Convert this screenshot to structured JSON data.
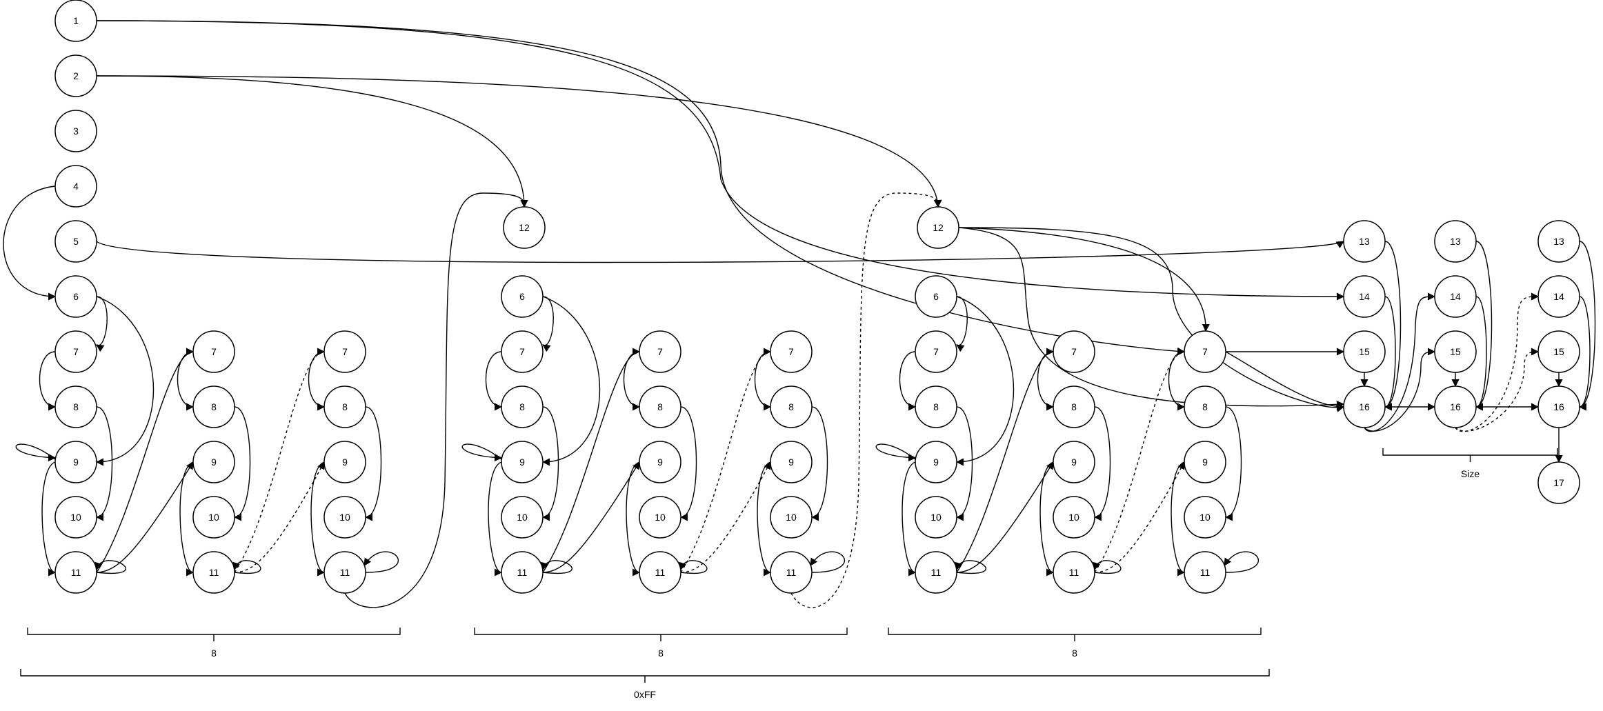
{
  "node_labels": {
    "n1": "1",
    "n2": "2",
    "n3": "3",
    "n4": "4",
    "n5": "5",
    "n12": "12",
    "n13": "13",
    "n14": "14",
    "n15": "15",
    "n16": "16",
    "n17": "17",
    "n6": "6",
    "n7": "7",
    "n8": "8",
    "n9": "9",
    "n10": "10",
    "n11": "11"
  },
  "nodes": [
    {
      "id": "a1",
      "label": "1"
    },
    {
      "id": "a2",
      "label": "2"
    },
    {
      "id": "a3",
      "label": "3"
    },
    {
      "id": "a4",
      "label": "4"
    },
    {
      "id": "a5",
      "label": "5"
    },
    {
      "id": "g1_6",
      "label": "6"
    },
    {
      "id": "g1_7",
      "label": "7"
    },
    {
      "id": "g1_8",
      "label": "8"
    },
    {
      "id": "g1_9",
      "label": "9"
    },
    {
      "id": "g1_10",
      "label": "10"
    },
    {
      "id": "g1_11",
      "label": "11"
    },
    {
      "id": "g1b_7",
      "label": "7"
    },
    {
      "id": "g1b_8",
      "label": "8"
    },
    {
      "id": "g1b_9",
      "label": "9"
    },
    {
      "id": "g1b_10",
      "label": "10"
    },
    {
      "id": "g1b_11",
      "label": "11"
    },
    {
      "id": "g1c_7",
      "label": "7"
    },
    {
      "id": "g1c_8",
      "label": "8"
    },
    {
      "id": "g1c_9",
      "label": "9"
    },
    {
      "id": "g1c_10",
      "label": "10"
    },
    {
      "id": "g1c_11",
      "label": "11"
    },
    {
      "id": "c12a",
      "label": "12"
    },
    {
      "id": "g2_6",
      "label": "6"
    },
    {
      "id": "g2_7",
      "label": "7"
    },
    {
      "id": "g2_8",
      "label": "8"
    },
    {
      "id": "g2_9",
      "label": "9"
    },
    {
      "id": "g2_10",
      "label": "10"
    },
    {
      "id": "g2_11",
      "label": "11"
    },
    {
      "id": "g2b_7",
      "label": "7"
    },
    {
      "id": "g2b_8",
      "label": "8"
    },
    {
      "id": "g2b_9",
      "label": "9"
    },
    {
      "id": "g2b_10",
      "label": "10"
    },
    {
      "id": "g2b_11",
      "label": "11"
    },
    {
      "id": "g2c_7",
      "label": "7"
    },
    {
      "id": "g2c_8",
      "label": "8"
    },
    {
      "id": "g2c_9",
      "label": "9"
    },
    {
      "id": "g2c_10",
      "label": "10"
    },
    {
      "id": "g2c_11",
      "label": "11"
    },
    {
      "id": "c12b",
      "label": "12"
    },
    {
      "id": "g3_6",
      "label": "6"
    },
    {
      "id": "g3_7",
      "label": "7"
    },
    {
      "id": "g3_8",
      "label": "8"
    },
    {
      "id": "g3_9",
      "label": "9"
    },
    {
      "id": "g3_10",
      "label": "10"
    },
    {
      "id": "g3_11",
      "label": "11"
    },
    {
      "id": "g3b_7",
      "label": "7"
    },
    {
      "id": "g3b_8",
      "label": "8"
    },
    {
      "id": "g3b_9",
      "label": "9"
    },
    {
      "id": "g3b_10",
      "label": "10"
    },
    {
      "id": "g3b_11",
      "label": "11"
    },
    {
      "id": "g3c_7",
      "label": "7"
    },
    {
      "id": "g3c_8",
      "label": "8"
    },
    {
      "id": "g3c_9",
      "label": "9"
    },
    {
      "id": "g3c_10",
      "label": "10"
    },
    {
      "id": "g3c_11",
      "label": "11"
    },
    {
      "id": "r1_13",
      "label": "13"
    },
    {
      "id": "r1_14",
      "label": "14"
    },
    {
      "id": "r1_15",
      "label": "15"
    },
    {
      "id": "r1_16",
      "label": "16"
    },
    {
      "id": "r2_13",
      "label": "13"
    },
    {
      "id": "r2_14",
      "label": "14"
    },
    {
      "id": "r2_15",
      "label": "15"
    },
    {
      "id": "r2_16",
      "label": "16"
    },
    {
      "id": "r3_13",
      "label": "13"
    },
    {
      "id": "r3_14",
      "label": "14"
    },
    {
      "id": "r3_15",
      "label": "15"
    },
    {
      "id": "r3_16",
      "label": "16"
    },
    {
      "id": "n17",
      "label": "17"
    }
  ],
  "braces": [
    {
      "id": "brace-group-1",
      "label": "8"
    },
    {
      "id": "brace-group-2",
      "label": "8"
    },
    {
      "id": "brace-group-3",
      "label": "8"
    },
    {
      "id": "brace-total",
      "label": "0xFF"
    },
    {
      "id": "brace-size",
      "label": "Size"
    }
  ]
}
